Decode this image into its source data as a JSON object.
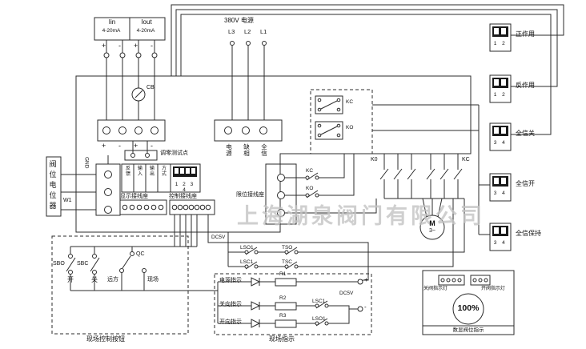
{
  "colors": {
    "wire": "#2b2b2b",
    "watermark": "#c4c4c4",
    "background": "#ffffff"
  },
  "watermark": "上海湖泉阀门有限公司",
  "signs": {
    "plus": "+",
    "minus": "-"
  },
  "top_left": {
    "iin": "Iin",
    "iout": "Iout",
    "range1": "4-20mA",
    "range2": "4-20mA",
    "cb": "CB",
    "zero_test": "调零测试点"
  },
  "power_in": {
    "title": "380V 电源",
    "l3": "L3",
    "l2": "L2",
    "l1": "L1",
    "ind_power": "电\n源",
    "ind_phase": "缺\n相",
    "ind_full": "全\n信"
  },
  "left": {
    "valve_pot": "阀\n位\n电\n位\n器",
    "w1": "W1",
    "gnd": "GND"
  },
  "board": {
    "display_terminal": "显示接线座",
    "control_terminal": "控制接线座",
    "limit_terminal": "限位接线座",
    "dip_numbers": "1 2 3 4",
    "cfg": [
      "反\n馈",
      "输\n入",
      "输\n出",
      "方\n式"
    ]
  },
  "relays": {
    "kc_mid": "KC",
    "ko_mid": "KO",
    "relay1": "KC",
    "relay2": "KO",
    "k0_group": "K0",
    "kc_group": "KC"
  },
  "motor": {
    "m": "M",
    "phase": "3~"
  },
  "right_dips": [
    {
      "label": "正作用",
      "nums": "1 2"
    },
    {
      "label": "反作用",
      "nums": "1 2"
    },
    {
      "label": "全信关",
      "nums": "3 4"
    },
    {
      "label": "全信开",
      "nums": "3 4"
    },
    {
      "label": "全信保持",
      "nums": "3 4"
    }
  ],
  "field_wiring": {
    "dc5v": "DC5V",
    "lso1": "LSO1",
    "tso": "TSO",
    "lsc1": "LSC1",
    "tsc": "TSC"
  },
  "field_buttons": {
    "title": "现场控制按钮",
    "sbo": "SBO",
    "sbc": "SBC",
    "qc": "QC",
    "open": "开",
    "close": "关",
    "remote": "远方",
    "local": "现场"
  },
  "field_indication": {
    "title": "现场指示",
    "power": "电源指示",
    "close": "关向指示",
    "open": "开向指示",
    "r1": "R1",
    "r2": "R2",
    "r3": "R3",
    "lsc1": "LSC1",
    "lso1": "LSO1",
    "plus": "+",
    "minus": "-",
    "dc5v": "DC5V"
  },
  "panel": {
    "percent": "100%",
    "left_lamp": "关阀指示灯",
    "right_lamp": "开阀指示灯",
    "caption": "数显阀位指示"
  }
}
